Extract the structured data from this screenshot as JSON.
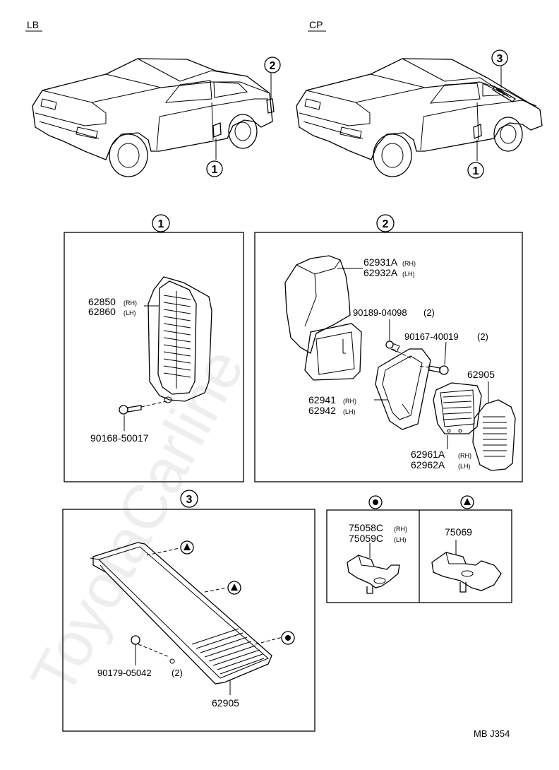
{
  "headers": {
    "lb": "LB",
    "cp": "CP"
  },
  "callouts": {
    "one": "1",
    "two": "2",
    "three": "3"
  },
  "watermark": "ToyotaCarline",
  "drawing_code": "MB J354",
  "panel1": {
    "part_a_rh": "62850",
    "part_a_rh_side": "(RH)",
    "part_a_lh": "62860",
    "part_a_lh_side": "(LH)",
    "screw": "90168-50017"
  },
  "panel2": {
    "duct_rh": "62931A",
    "duct_rh_side": "(RH)",
    "duct_lh": "62932A",
    "duct_lh_side": "(LH)",
    "clip": "90189-04098",
    "clip_qty": "(2)",
    "screw": "90167-40019",
    "screw_qty": "(2)",
    "louver": "62905",
    "frame_rh": "62941",
    "frame_rh_side": "(RH)",
    "frame_lh": "62942",
    "frame_lh_side": "(LH)",
    "grille_rh": "62961A",
    "grille_rh_side": "(RH)",
    "grille_lh": "62962A",
    "grille_lh_side": "(LH)"
  },
  "panel3": {
    "clip": "90179-05042",
    "clip_qty": "(2)",
    "louver": "62905"
  },
  "panel4": {
    "dot_rh": "75058C",
    "dot_rh_side": "(RH)",
    "dot_lh": "75059C",
    "dot_lh_side": "(LH)",
    "tri_part": "75069"
  }
}
